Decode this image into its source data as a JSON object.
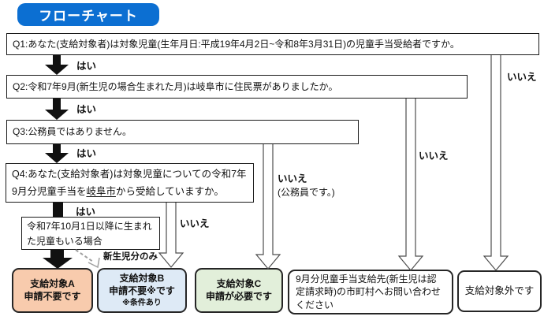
{
  "title": "フローチャート",
  "colors": {
    "title_bg": "#0C6FD2",
    "outcome_a_bg": "#F8CBAD",
    "outcome_b_bg": "#DEEAF6",
    "outcome_c_bg": "#E2EFDA",
    "box_border": "#1a1a1a"
  },
  "flow": {
    "q1": "Q1:あなた(支給対象者)は対象児童(生年月日:平成19年4月2日~令和8年3月31日)の児童手当受給者ですか。",
    "q2": "Q2:令和7年9月(新生児の場合生まれた月)は岐阜市に住民票がありましたか。",
    "q3": "Q3:公務員ではありません。",
    "q4_pre": "Q4:あなた(支給対象者)は対象児童についての令和7年9月分児童手当を",
    "q4_underlined": "岐阜市",
    "q4_post": "から受給していますか。",
    "note": "令和7年10月1日以降に生まれた児童もいる場合"
  },
  "labels": {
    "yes": "はい",
    "no": "いいえ",
    "no_civil_servant": "(公務員です。)",
    "newborn_only": "新生児分のみ"
  },
  "outcomes": {
    "a": {
      "line1": "支給対象A",
      "line2": "申請不要です"
    },
    "b": {
      "line1": "支給対象B",
      "line2": "申請不要※です",
      "line3": "※条件あり"
    },
    "c": {
      "line1": "支給対象C",
      "line2": "申請が必要です"
    },
    "inquiry": "9月分児童手当支給先(新生児は認定請求時)の市町村へお問い合わせください",
    "not_eligible": "支給対象外です"
  }
}
